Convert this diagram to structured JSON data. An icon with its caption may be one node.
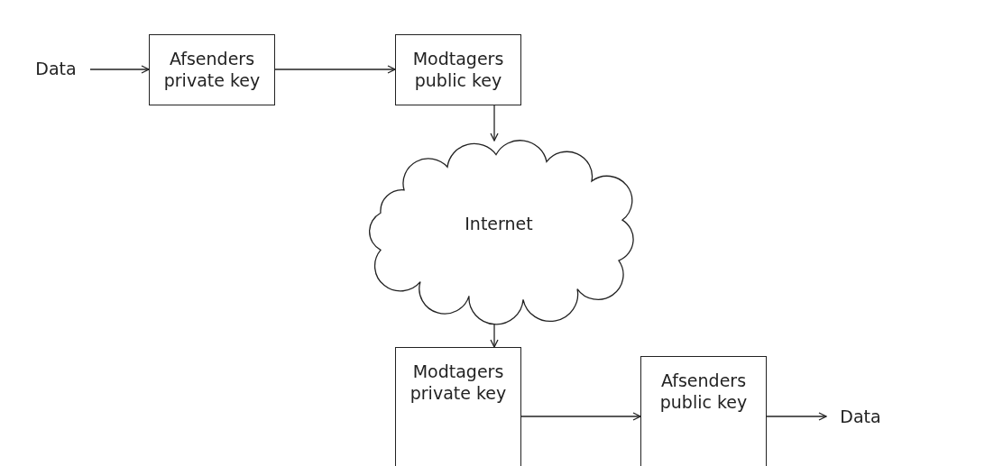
{
  "diagram": {
    "nodes": [
      {
        "text": [
          "Data"
        ]
      },
      {
        "text": [
          "Afsenders private key"
        ]
      },
      {
        "text": [
          "Modtagers public key"
        ]
      },
      {
        "text": [
          "Internet"
        ]
      },
      {
        "text": [
          "Modtagers private key"
        ]
      },
      {
        "text": [
          "Afsenders public key"
        ]
      },
      {
        "text": [
          "Data"
        ]
      }
    ],
    "edges": [
      {
        "from": 0,
        "to": 1,
        "arrow": "to"
      },
      {
        "from": 1,
        "to": 2,
        "arrow": "to"
      },
      {
        "from": 2,
        "to": 3,
        "arrow": "to"
      },
      {
        "from": 3,
        "to": 4,
        "arrow": "to"
      },
      {
        "from": 4,
        "to": 5,
        "arrow": "to"
      },
      {
        "from": 5,
        "to": 6,
        "arrow": "to"
      }
    ]
  }
}
